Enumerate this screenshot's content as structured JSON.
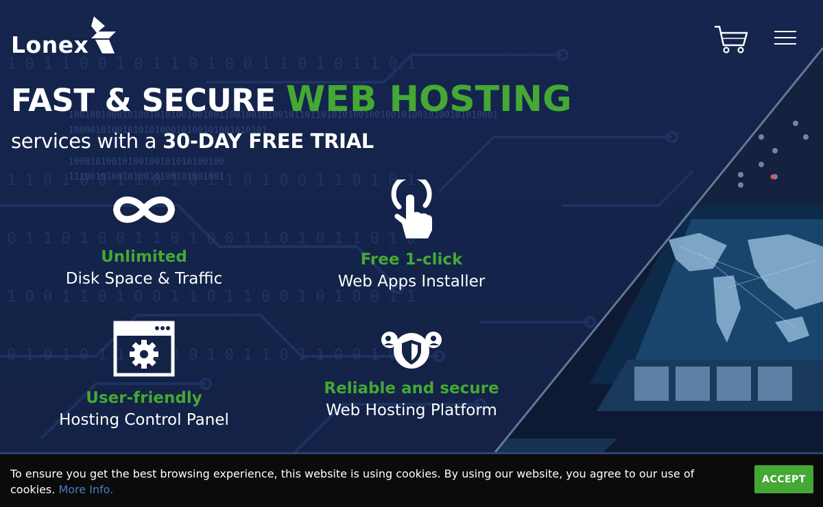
{
  "header": {
    "logo_text": "Lonex",
    "cart_icon": "cart-icon",
    "menu_icon": "hamburger-menu-icon"
  },
  "hero": {
    "headline_white": "FAST & SECURE ",
    "headline_green": "WEB HOSTING",
    "subline_prefix": "services with a ",
    "subline_bold": "30-DAY FREE TRIAL"
  },
  "features": [
    {
      "icon": "infinity-icon",
      "title": "Unlimited",
      "text": "Disk Space & Traffic"
    },
    {
      "icon": "click-hand-icon",
      "title": "Free 1-click",
      "text": "Web Apps Installer"
    },
    {
      "icon": "control-panel-gear-icon",
      "title": "User-friendly",
      "text": "Hosting Control Panel"
    },
    {
      "icon": "users-shield-icon",
      "title": "Reliable and secure",
      "text": "Web Hosting Platform"
    }
  ],
  "cookie_banner": {
    "message": "To ensure you get the best browsing experience, this website is using cookies. By using our website, you agree to our use of cookies. ",
    "link_text": "More Info.",
    "accept_label": "ACCEPT"
  },
  "colors": {
    "accent_green": "#45a834",
    "background_navy": "#14234a",
    "cookie_bg": "#0b0b0b",
    "link_blue": "#4e7cc8"
  }
}
